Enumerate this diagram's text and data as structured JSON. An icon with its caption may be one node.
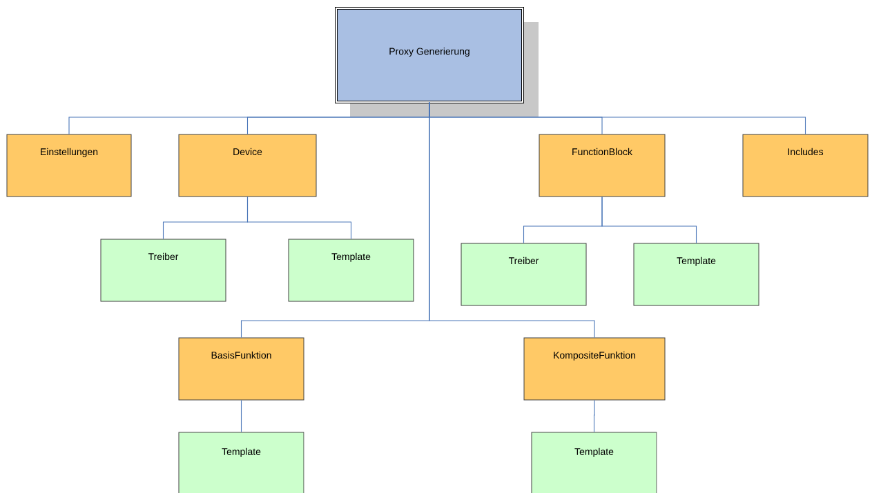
{
  "diagram": {
    "nodes": [
      {
        "text": [
          "Proxy Generierung"
        ]
      },
      {
        "text": [
          "Einstellungen"
        ]
      },
      {
        "text": [
          "Device"
        ]
      },
      {
        "text": [
          "FunctionBlock"
        ]
      },
      {
        "text": [
          "Includes"
        ]
      },
      {
        "text": [
          "Treiber"
        ]
      },
      {
        "text": [
          "Template"
        ]
      },
      {
        "text": [
          "Treiber"
        ]
      },
      {
        "text": [
          "Template"
        ]
      },
      {
        "text": [
          "BasisFunktion"
        ]
      },
      {
        "text": [
          "KompositeFunktion"
        ]
      },
      {
        "text": [
          "Template"
        ]
      },
      {
        "text": [
          "Template"
        ]
      }
    ],
    "edges": [
      {
        "from": 0,
        "to": 1,
        "arrow": "none"
      },
      {
        "from": 0,
        "to": 2,
        "arrow": "none"
      },
      {
        "from": 0,
        "to": 3,
        "arrow": "none"
      },
      {
        "from": 0,
        "to": 4,
        "arrow": "none"
      },
      {
        "from": 2,
        "to": 5,
        "arrow": "none"
      },
      {
        "from": 2,
        "to": 6,
        "arrow": "none"
      },
      {
        "from": 3,
        "to": 7,
        "arrow": "none"
      },
      {
        "from": 3,
        "to": 8,
        "arrow": "none"
      },
      {
        "from": 0,
        "to": 9,
        "arrow": "none"
      },
      {
        "from": 0,
        "to": 10,
        "arrow": "none"
      },
      {
        "from": 9,
        "to": 11,
        "arrow": "none"
      },
      {
        "from": 10,
        "to": 12,
        "arrow": "none"
      }
    ]
  }
}
